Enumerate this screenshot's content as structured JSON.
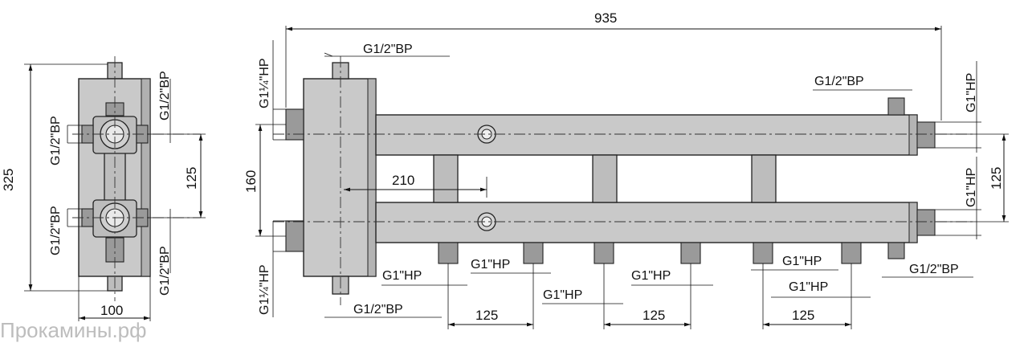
{
  "dimensions": {
    "total_length": "935",
    "height_side": "325",
    "width_side": "100",
    "spacing_side": "125",
    "vertical_spacing": "160",
    "offset_210": "210",
    "spacing_right": "125",
    "spacing_bottom_1": "125",
    "spacing_bottom_2": "125",
    "spacing_bottom_3": "125"
  },
  "labels": {
    "side_left_top": "G1/2\"ВР",
    "side_left_bottom": "G1/2\"ВР",
    "side_right_top": "G1/2\"ВР",
    "side_right_bottom": "G1/2\"ВР",
    "front_top_port": "G1/2\"ВР",
    "front_bottom_port": "G1/2\"ВР",
    "front_left_top": "G1¼\"НР",
    "front_left_bottom": "G1¼\"НР",
    "front_top_right_port": "G1/2\"ВР",
    "front_right_top": "G1\"НР",
    "front_right_bottom": "G1\"НР",
    "front_outlet_1": "G1\"НР",
    "front_outlet_2": "G1\"НР",
    "front_outlet_3": "G1\"НР",
    "front_outlet_4": "G1\"НР",
    "front_outlet_5": "G1\"НР",
    "front_outlet_6": "G1\"НР",
    "front_bottom_right_port": "G1/2\"ВР"
  },
  "watermark": "Прокамины.рф"
}
